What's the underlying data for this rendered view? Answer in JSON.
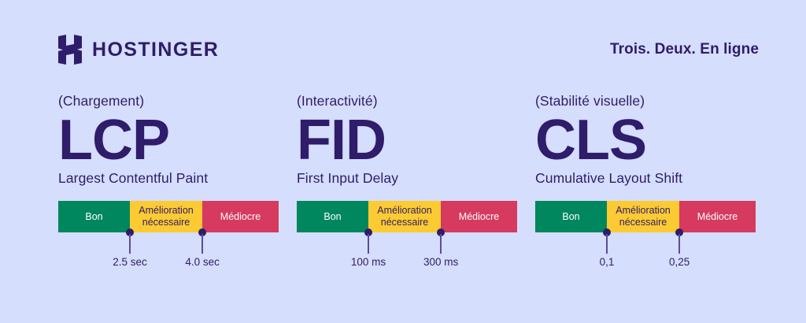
{
  "brand": {
    "logo_icon": "hostinger-h-mark",
    "name": "HOSTINGER",
    "tagline": "Trois. Deux. En ligne"
  },
  "theme": {
    "background": "#D5DEFC",
    "navy": "#2F1C6A",
    "good": "#00875E",
    "needs_improvement": "#FCCB33",
    "poor": "#D63A5F",
    "stem": "#5B4C9B"
  },
  "metrics": [
    {
      "context": "(Chargement)",
      "acronym": "LCP",
      "fullname": "Largest Contentful Paint",
      "segments": [
        {
          "label": "Bon",
          "color": "#00875E"
        },
        {
          "label": "Amélioration nécessaire",
          "label_line1": "Amélioration",
          "label_line2": "nécessaire",
          "color": "#FCCB33"
        },
        {
          "label": "Médiocre",
          "color": "#D63A5F"
        }
      ],
      "thresholds": [
        {
          "value": "2.5 sec",
          "position_pct": 32.5
        },
        {
          "value": "4.0 sec",
          "position_pct": 65.4
        }
      ]
    },
    {
      "context": "(Interactivité)",
      "acronym": "FID",
      "fullname": "First Input Delay",
      "segments": [
        {
          "label": "Bon",
          "color": "#00875E"
        },
        {
          "label": "Amélioration nécessaire",
          "label_line1": "Amélioration",
          "label_line2": "nécessaire",
          "color": "#FCCB33"
        },
        {
          "label": "Médiocre",
          "color": "#D63A5F"
        }
      ],
      "thresholds": [
        {
          "value": "100 ms",
          "position_pct": 32.5
        },
        {
          "value": "300 ms",
          "position_pct": 65.4
        }
      ]
    },
    {
      "context": "(Stabilité visuelle)",
      "acronym": "CLS",
      "fullname": "Cumulative Layout Shift",
      "segments": [
        {
          "label": "Bon",
          "color": "#00875E"
        },
        {
          "label": "Amélioration nécessaire",
          "label_line1": "Amélioration",
          "label_line2": "nécessaire",
          "color": "#FCCB33"
        },
        {
          "label": "Médiocre",
          "color": "#D63A5F"
        }
      ],
      "thresholds": [
        {
          "value": "0,1",
          "position_pct": 32.5
        },
        {
          "value": "0,25",
          "position_pct": 65.4
        }
      ]
    }
  ]
}
